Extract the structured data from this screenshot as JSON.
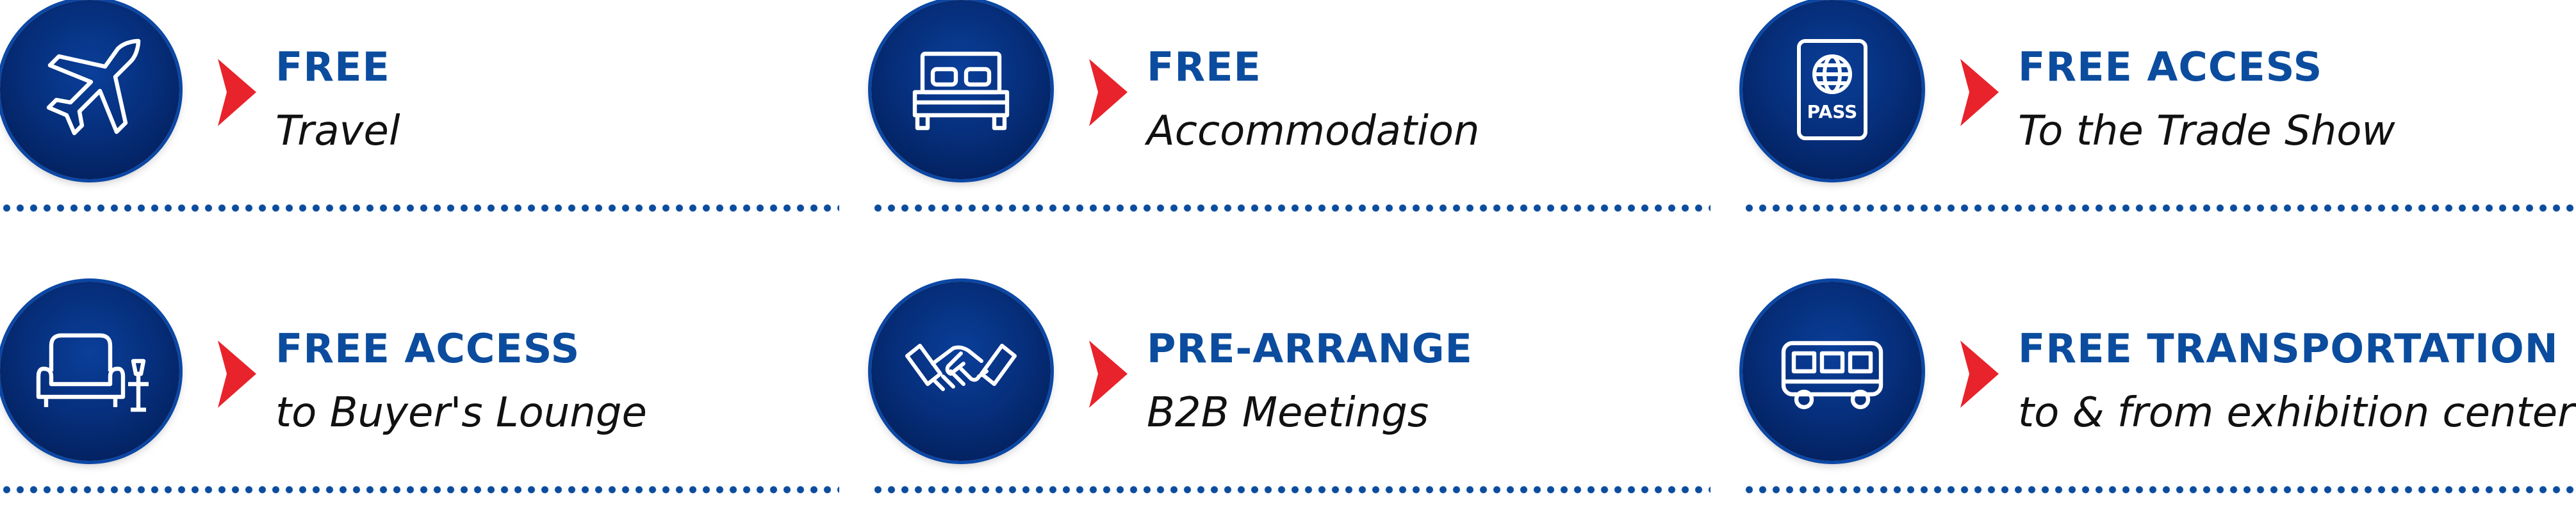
{
  "colors": {
    "accent_blue": "#0b4c9e",
    "circle_blue": "#062f7c",
    "arrow_red": "#e8232b"
  },
  "benefits": [
    {
      "icon": "airplane-icon",
      "title": "FREE",
      "subtitle": "Travel"
    },
    {
      "icon": "bed-icon",
      "title": "FREE",
      "subtitle": "Accommodation"
    },
    {
      "icon": "passport-icon",
      "title": "FREE ACCESS",
      "subtitle": "To the Trade Show",
      "icon_text": "PASS"
    },
    {
      "icon": "armchair-icon",
      "title": "FREE ACCESS",
      "subtitle": "to Buyer's Lounge"
    },
    {
      "icon": "handshake-icon",
      "title": "PRE-ARRANGE",
      "subtitle": "B2B Meetings"
    },
    {
      "icon": "bus-icon",
      "title": "FREE TRANSPORTATION",
      "subtitle": "to & from exhibition center"
    }
  ]
}
